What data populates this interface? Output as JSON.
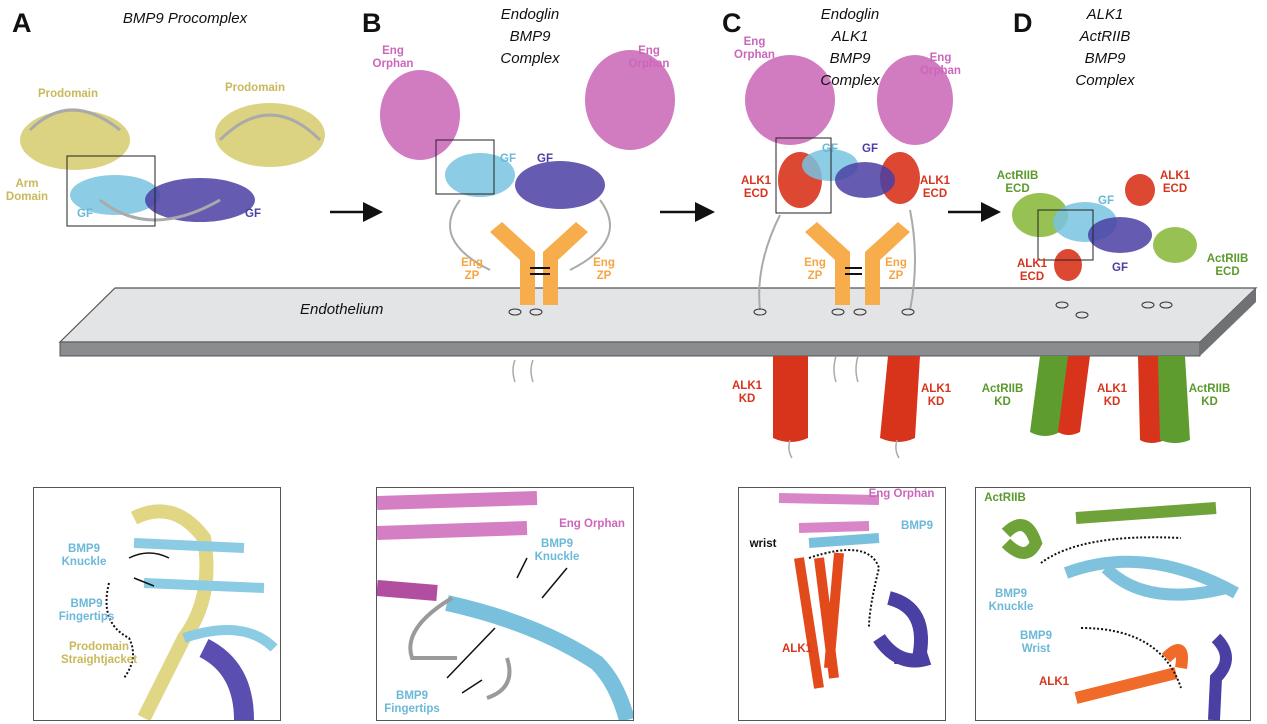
{
  "panels": {
    "A": {
      "letter": "A",
      "title": "BMP9 Procomplex",
      "labels": {
        "prodomain_left": "Prodomain",
        "prodomain_right": "Prodomain",
        "arm_domain": "Arm\nDomain",
        "gf_left": "GF",
        "gf_right": "GF"
      },
      "inset": {
        "knuckle": "BMP9\nKnuckle",
        "fingertips": "BMP9\nFingertips",
        "straightjacket": "Prodomain\nStraightjacket"
      }
    },
    "B": {
      "letter": "B",
      "title": "Endoglin\nBMP9\nComplex",
      "labels": {
        "orphan_left": "Eng\nOrphan",
        "orphan_right": "Eng\nOrphan",
        "gf_left": "GF",
        "gf_right": "GF",
        "zp_left": "Eng\nZP",
        "zp_right": "Eng\nZP"
      },
      "inset": {
        "orphan": "Eng Orphan",
        "knuckle": "BMP9\nKnuckle",
        "fingertips": "BMP9\nFingertips"
      }
    },
    "C": {
      "letter": "C",
      "title": "Endoglin\nALK1\nBMP9\nComplex",
      "labels": {
        "orphan_left": "Eng\nOrphan",
        "orphan_right": "Eng\nOrphan",
        "gf_left": "GF",
        "gf_right": "GF",
        "ecd_left": "ALK1\nECD",
        "ecd_right": "ALK1\nECD",
        "zp_left": "Eng\nZP",
        "zp_right": "Eng\nZP",
        "kd_left": "ALK1\nKD",
        "kd_right": "ALK1\nKD"
      },
      "inset": {
        "orphan": "Eng Orphan",
        "bmp9_top": "BMP9",
        "wrist": "wrist",
        "alk1": "ALK1",
        "bmp9_bottom": "BMP9"
      }
    },
    "D": {
      "letter": "D",
      "title": "ALK1\nActRIIB\nBMP9\nComplex",
      "labels": {
        "actriib_ecd_left": "ActRIIB\nECD",
        "alk1_ecd_right": "ALK1\nECD",
        "gf_top": "GF",
        "alk1_ecd_left": "ALK1\nECD",
        "gf_bottom": "GF",
        "actriib_ecd_right": "ActRIIB\nECD",
        "actriib_kd_left": "ActRIIB\nKD",
        "alk1_kd": "ALK1\nKD",
        "actriib_kd_right": "ActRIIB\nKD"
      },
      "inset": {
        "actriib": "ActRIIB",
        "knuckle": "BMP9\nKnuckle",
        "wrist": "BMP9\nWrist",
        "alk1": "ALK1"
      }
    }
  },
  "membrane_label": "Endothelium",
  "colors": {
    "prodomain": "#d6cb6c",
    "gf_light": "#78c3e0",
    "gf_dark": "#4a3fa3",
    "eng_orphan": "#c964b6",
    "eng_zp": "#f7ad4c",
    "alk1": "#d8341c",
    "actriib": "#5f9c30",
    "membrane": "#e3e4e6"
  }
}
